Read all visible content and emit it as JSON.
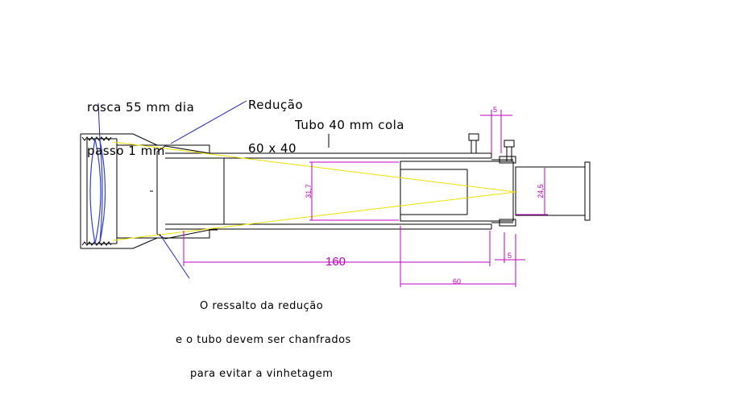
{
  "labels": {
    "thread": [
      "rosca 55 mm dia",
      "passo 1 mm"
    ],
    "reduction": [
      "Redução",
      "60 x 40"
    ],
    "tube": "Tubo 40 mm cola",
    "note": [
      "O ressalto da redução",
      "e o tubo devem ser chanfrados",
      "para evitar a vinhetagem"
    ]
  },
  "dimensions": {
    "length_160": "160",
    "length_60": "60",
    "gap_top": "5",
    "gap_bottom": "5",
    "diameter_31_7": "31,7",
    "diameter_24_5": "24,5"
  },
  "colors": {
    "outline": "#000000",
    "dimension": "#c000c0",
    "light_ray": "#f0e000",
    "lens": "#3040d0",
    "leader": "#2020c0"
  }
}
